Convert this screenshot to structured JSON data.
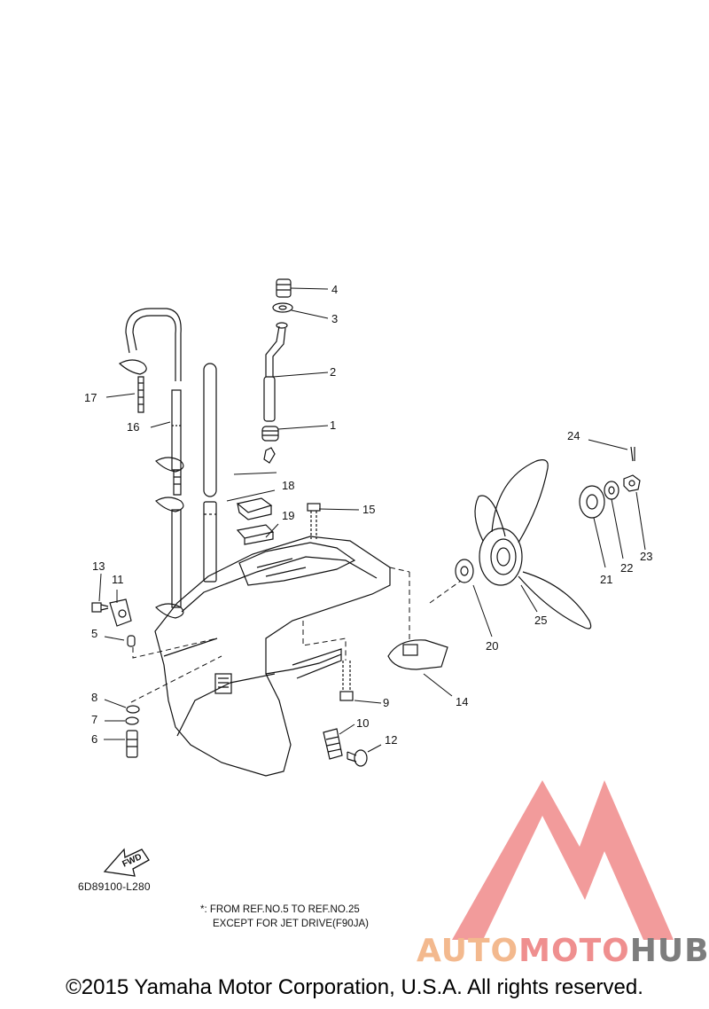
{
  "diagram": {
    "part_numbers": [
      "1",
      "2",
      "3",
      "4",
      "5",
      "6",
      "7",
      "8",
      "9",
      "10",
      "11",
      "12",
      "13",
      "14",
      "15",
      "16",
      "17",
      "18",
      "19",
      "20",
      "21",
      "22",
      "23",
      "24",
      "25"
    ],
    "fwd_label": "FWD",
    "code": "6D89100-L280",
    "footnote_line1": "*: FROM REF.NO.5 TO REF.NO.25",
    "footnote_line2": "EXCEPT FOR JET DRIVE(F90JA)"
  },
  "watermark": {
    "part1": "AUTO",
    "part2": "MOTO",
    "part3": "HUB",
    "colors": {
      "triangle": "#f08a8a",
      "part1": "#f3b98e",
      "part2": "#ef8f8f",
      "part3": "#7d7d7d"
    }
  },
  "copyright": "©2015 Yamaha Motor Corporation, U.S.A. All rights reserved."
}
